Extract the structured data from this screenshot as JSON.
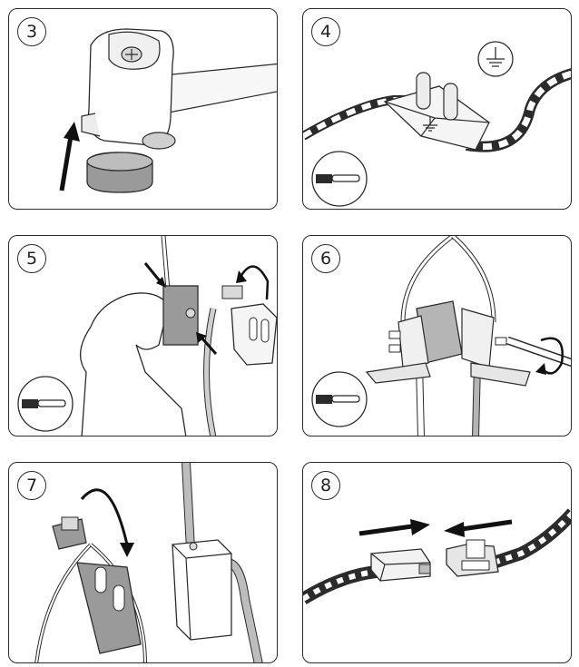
{
  "steps": [
    {
      "number": "3"
    },
    {
      "number": "4"
    },
    {
      "number": "5"
    },
    {
      "number": "6"
    },
    {
      "number": "7"
    },
    {
      "number": "8"
    }
  ],
  "icons": {
    "screwdriver": "screwdriver-icon",
    "ground": "ground-symbol-icon",
    "arrow": "arrow-icon",
    "rotate": "rotate-arrow-icon"
  },
  "colors": {
    "line": "#2b2b2b",
    "fill_light": "#f2f2f2",
    "fill_mid": "#d9d9d9",
    "fill_dark": "#9a9a9a",
    "cable_light": "#e6e6e6"
  }
}
